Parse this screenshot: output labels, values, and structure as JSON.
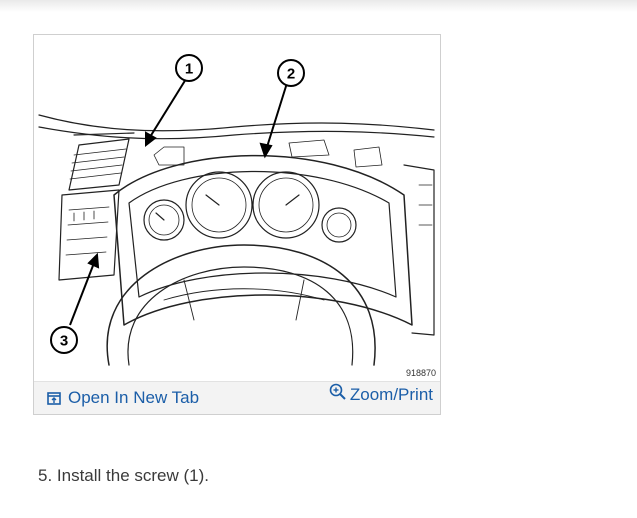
{
  "figure": {
    "callouts": [
      "1",
      "2",
      "3"
    ],
    "figure_number": "918870",
    "open_tab_label": "Open In New Tab",
    "open_tab_icon": "open-in-new-tab-icon",
    "zoom_label": "Zoom/Print",
    "zoom_icon": "zoom-in-icon",
    "link_color": "#1b5ea8"
  },
  "instructions": {
    "step": "5. Install the screw (1)."
  }
}
